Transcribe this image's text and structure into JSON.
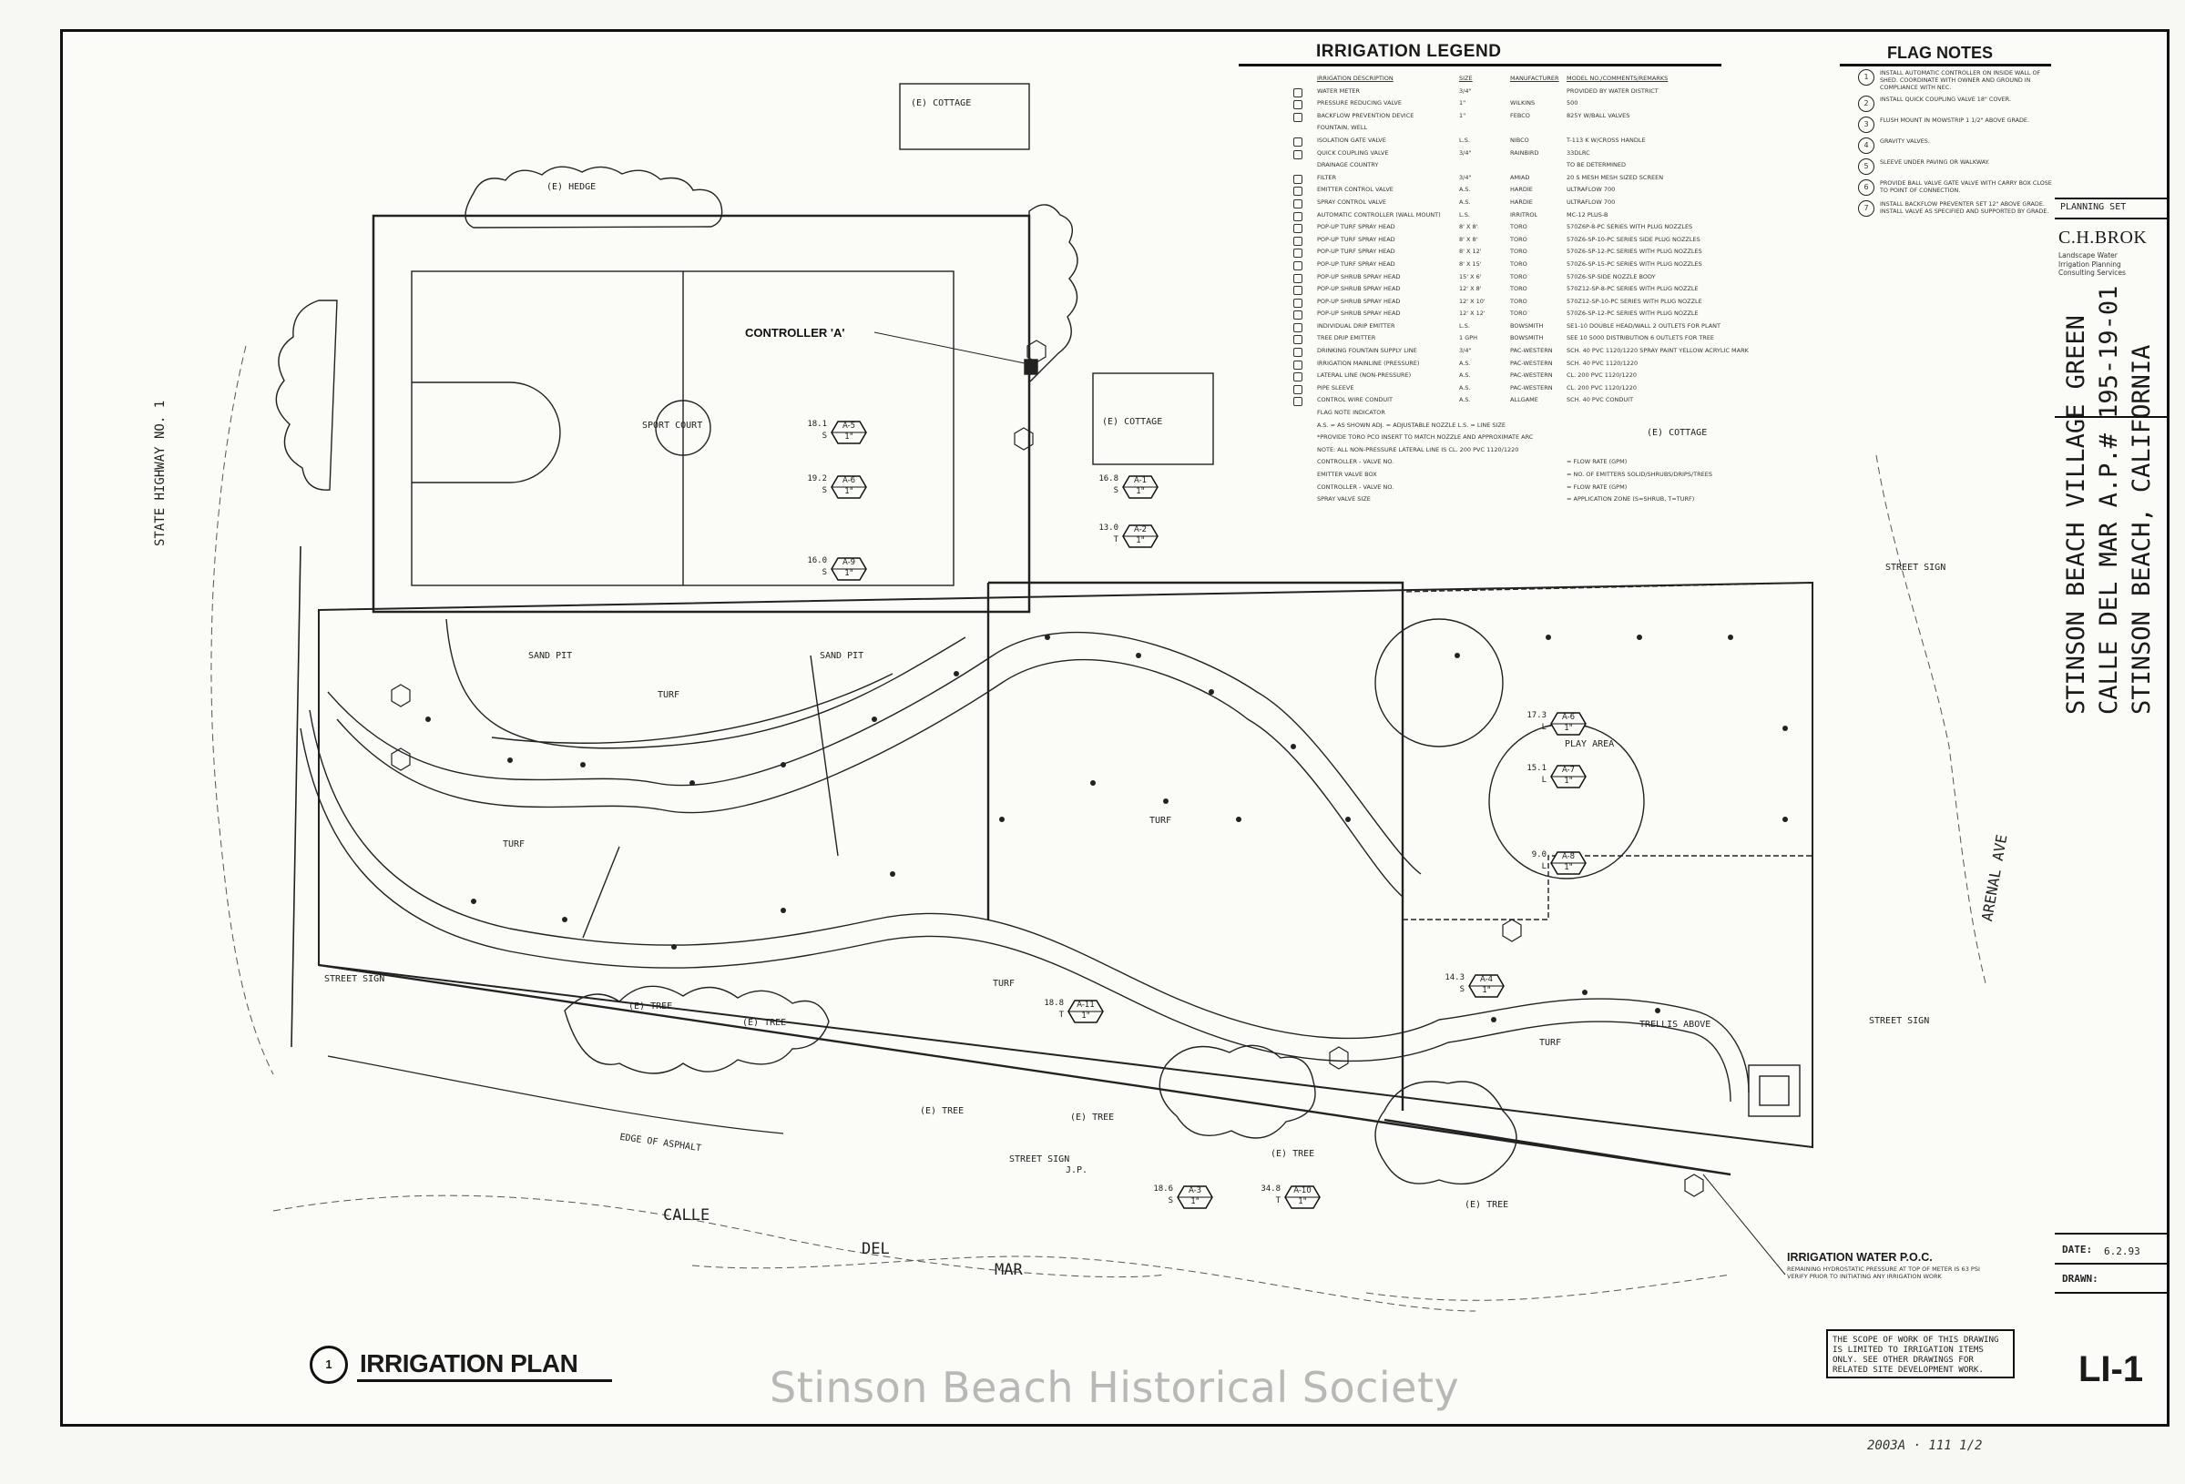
{
  "legend": {
    "title": "IRRIGATION LEGEND",
    "rows": [
      {
        "desc": "IRRIGATION DESCRIPTION",
        "size": "SIZE",
        "mfr": "MANUFACTURER",
        "model": "MODEL NO./COMMENTS/REMARKS"
      },
      {
        "desc": "WATER METER",
        "size": "3/4\"",
        "mfr": "",
        "model": "PROVIDED BY WATER DISTRICT"
      },
      {
        "desc": "PRESSURE REDUCING VALVE",
        "size": "1\"",
        "mfr": "WILKINS",
        "model": "500"
      },
      {
        "desc": "BACKFLOW PREVENTION DEVICE",
        "size": "1\"",
        "mfr": "FEBCO",
        "model": "825Y W/BALL VALVES"
      },
      {
        "desc": "FOUNTAIN, WELL",
        "size": "",
        "mfr": "",
        "model": ""
      },
      {
        "desc": "ISOLATION GATE VALVE",
        "size": "L.S.",
        "mfr": "NIBCO",
        "model": "T-113 K W/CROSS HANDLE"
      },
      {
        "desc": "QUICK COUPLING VALVE",
        "size": "3/4\"",
        "mfr": "RAINBIRD",
        "model": "33DLRC"
      },
      {
        "desc": "DRAINAGE COUNTRY",
        "size": "",
        "mfr": "",
        "model": "TO BE DETERMINED"
      },
      {
        "desc": "FILTER",
        "size": "3/4\"",
        "mfr": "AMIAD",
        "model": "20 S MESH MESH SIZED SCREEN"
      },
      {
        "desc": "EMITTER CONTROL VALVE",
        "size": "A.S.",
        "mfr": "HARDIE",
        "model": "ULTRAFLOW 700"
      },
      {
        "desc": "SPRAY CONTROL VALVE",
        "size": "A.S.",
        "mfr": "HARDIE",
        "model": "ULTRAFLOW 700"
      },
      {
        "desc": "AUTOMATIC CONTROLLER (WALL MOUNT)",
        "size": "L.S.",
        "mfr": "IRRITROL",
        "model": "MC-12 PLUS-B"
      },
      {
        "desc": "POP-UP TURF SPRAY HEAD",
        "size": "8' X 8'",
        "mfr": "TORO",
        "model": "570Z6P-8-PC SERIES WITH PLUG NOZZLES"
      },
      {
        "desc": "POP-UP TURF SPRAY HEAD",
        "size": "8' X 8'",
        "mfr": "TORO",
        "model": "570Z6-SP-10-PC SERIES SIDE PLUG NOZZLES"
      },
      {
        "desc": "POP-UP TURF SPRAY HEAD",
        "size": "8' X 12'",
        "mfr": "TORO",
        "model": "570Z6-SP-12-PC SERIES WITH PLUG NOZZLES"
      },
      {
        "desc": "POP-UP TURF SPRAY HEAD",
        "size": "8' X 15'",
        "mfr": "TORO",
        "model": "570Z6-SP-15-PC SERIES WITH PLUG NOZZLES"
      },
      {
        "desc": "POP-UP SHRUB SPRAY HEAD",
        "size": "15' X 6'",
        "mfr": "TORO",
        "model": "570Z6-SP-SIDE NOZZLE BODY"
      },
      {
        "desc": "POP-UP SHRUB SPRAY HEAD",
        "size": "12' X 8'",
        "mfr": "TORO",
        "model": "570Z12-SP-8-PC SERIES WITH PLUG NOZZLE"
      },
      {
        "desc": "POP-UP SHRUB SPRAY HEAD",
        "size": "12' X 10'",
        "mfr": "TORO",
        "model": "570Z12-SP-10-PC SERIES WITH PLUG NOZZLE"
      },
      {
        "desc": "POP-UP SHRUB SPRAY HEAD",
        "size": "12' X 12'",
        "mfr": "TORO",
        "model": "570Z6-SP-12-PC SERIES WITH PLUG NOZZLE"
      },
      {
        "desc": "INDIVIDUAL DRIP EMITTER",
        "size": "L.S.",
        "mfr": "BOWSMITH",
        "model": "SE1-10 DOUBLE HEAD/WALL 2 OUTLETS FOR PLANT"
      },
      {
        "desc": "TREE DRIP EMITTER",
        "size": "1 GPH",
        "mfr": "BOWSMITH",
        "model": "SEE 10 5000 DISTRIBUTION 6 OUTLETS FOR TREE"
      },
      {
        "desc": "DRINKING FOUNTAIN SUPPLY LINE",
        "size": "3/4\"",
        "mfr": "PAC-WESTERN",
        "model": "SCH. 40 PVC 1120/1220 SPRAY PAINT YELLOW ACRYLIC MARK"
      },
      {
        "desc": "IRRIGATION MAINLINE (PRESSURE)",
        "size": "A.S.",
        "mfr": "PAC-WESTERN",
        "model": "SCH. 40 PVC 1120/1220"
      },
      {
        "desc": "LATERAL LINE (NON-PRESSURE)",
        "size": "A.S.",
        "mfr": "PAC-WESTERN",
        "model": "CL. 200 PVC 1120/1220"
      },
      {
        "desc": "PIPE SLEEVE",
        "size": "A.S.",
        "mfr": "PAC-WESTERN",
        "model": "CL. 200 PVC 1120/1220"
      },
      {
        "desc": "CONTROL WIRE CONDUIT",
        "size": "A.S.",
        "mfr": "ALLGAME",
        "model": "SCH. 40 PVC CONDUIT"
      },
      {
        "desc": "FLAG NOTE INDICATOR",
        "size": "",
        "mfr": "",
        "model": ""
      },
      {
        "desc": "A.S. = AS SHOWN  ADJ. = ADJUSTABLE NOZZLE  L.S. = LINE SIZE",
        "size": "",
        "mfr": "",
        "model": ""
      },
      {
        "desc": "*PROVIDE TORO PCO INSERT TO MATCH NOZZLE AND APPROXIMATE ARC",
        "size": "",
        "mfr": "",
        "model": ""
      },
      {
        "desc": "NOTE: ALL NON-PRESSURE LATERAL LINE IS CL. 200 PVC 1120/1220",
        "size": "",
        "mfr": "",
        "model": ""
      },
      {
        "desc": "CONTROLLER - VALVE NO.",
        "size": "",
        "mfr": "",
        "model": "= FLOW RATE (GPM)"
      },
      {
        "desc": "EMITTER VALVE BOX",
        "size": "",
        "mfr": "",
        "model": "= NO. OF EMITTERS SOLID/SHRUBS/DRIPS/TREES"
      },
      {
        "desc": "CONTROLLER - VALVE NO.",
        "size": "",
        "mfr": "",
        "model": "= FLOW RATE (GPM)"
      },
      {
        "desc": "SPRAY VALVE SIZE",
        "size": "",
        "mfr": "",
        "model": "= APPLICATION ZONE (S=SHRUB, T=TURF)"
      }
    ]
  },
  "flag_notes": {
    "title": "FLAG NOTES",
    "items": [
      {
        "num": "1",
        "text": "INSTALL AUTOMATIC CONTROLLER ON INSIDE WALL OF SHED. COORDINATE WITH OWNER AND GROUND IN COMPLIANCE WITH NEC."
      },
      {
        "num": "2",
        "text": "INSTALL QUICK COUPLING VALVE 18\" COVER."
      },
      {
        "num": "3",
        "text": "FLUSH MOUNT IN MOWSTRIP 1 1/2\" ABOVE GRADE."
      },
      {
        "num": "4",
        "text": "GRAVITY VALVES."
      },
      {
        "num": "5",
        "text": "SLEEVE UNDER PAVING OR WALKWAY."
      },
      {
        "num": "6",
        "text": "PROVIDE BALL VALVE GATE VALVE WITH CARRY BOX CLOSE TO POINT OF CONNECTION."
      },
      {
        "num": "7",
        "text": "INSTALL BACKFLOW PREVENTER SET 12\" ABOVE GRADE. INSTALL VALVE AS SPECIFIED AND SUPPORTED BY GRADE."
      }
    ]
  },
  "plan_title": "IRRIGATION PLAN",
  "plan_number": "1",
  "sheet_number": "LI-1",
  "watermark": "Stinson Beach Historical Society",
  "scope_note": "THE SCOPE OF WORK OF THIS DRAWING IS LIMITED TO IRRIGATION ITEMS ONLY. SEE OTHER DRAWINGS FOR RELATED SITE DEVELOPMENT WORK.",
  "poc": {
    "label": "IRRIGATION WATER P.O.C.",
    "note": "REMAINING HYDROSTATIC PRESSURE AT TOP OF METER IS 63 PSI VERIFY PRIOR TO INITIATING ANY IRRIGATION WORK"
  },
  "controller_label": "CONTROLLER 'A'",
  "firm": {
    "name": "C.H.BROK",
    "lines": [
      "Landscape Water",
      "Irrigation Planning",
      "Consulting Services"
    ]
  },
  "title_block": {
    "project_line1": "STINSON BEACH VILLAGE GREEN",
    "project_line2": "CALLE DEL MAR  A.P.# 195-19-01",
    "project_line3": "STINSON BEACH, CALIFORNIA",
    "date_label": "DATE:",
    "date_value": "6.2.93",
    "drawn_label": "DRAWN:",
    "planning_set": "PLANNING SET",
    "stamp": "2003A · 111     1/2"
  },
  "site_labels": {
    "sport_court": "SPORT COURT",
    "turf": "TURF",
    "play_area": "PLAY AREA",
    "sand_pit": "SAND PIT",
    "trellis_above": "TRELLIS ABOVE",
    "state_highway": "STATE HIGHWAY NO. 1",
    "calle": "CALLE",
    "del": "DEL",
    "mar": "MAR",
    "arenal_ave": "ARENAL AVE",
    "existing_tree": "(E) TREE",
    "existing_hedge": "(E) HEDGE",
    "existing_cottage": "(E) COTTAGE",
    "street_sign": "STREET SIGN",
    "edge_of_asphalt": "EDGE OF ASPHALT",
    "jp": "J.P."
  },
  "valve_tags": [
    {
      "id": "A-5",
      "flow": "18.1",
      "size": "1\"",
      "zone": "S"
    },
    {
      "id": "A-6",
      "flow": "19.2",
      "size": "1\"",
      "zone": "S"
    },
    {
      "id": "A-9",
      "flow": "16.0",
      "size": "1\"",
      "zone": "S"
    },
    {
      "id": "A-1",
      "flow": "16.8",
      "size": "1\"",
      "zone": "S"
    },
    {
      "id": "A-2",
      "flow": "13.0",
      "size": "1\"",
      "zone": "T"
    },
    {
      "id": "A-6",
      "flow": "17.3",
      "size": "1\"",
      "zone": "L"
    },
    {
      "id": "A-7",
      "flow": "15.1",
      "size": "1\"",
      "zone": "L"
    },
    {
      "id": "A-8",
      "flow": "9.0",
      "size": "1\"",
      "zone": "L"
    },
    {
      "id": "A-11",
      "flow": "18.8",
      "size": "1\"",
      "zone": "T"
    },
    {
      "id": "A-4",
      "flow": "14.3",
      "size": "1\"",
      "zone": "S"
    },
    {
      "id": "A-3",
      "flow": "18.6",
      "size": "1\"",
      "zone": "S"
    },
    {
      "id": "A-10",
      "flow": "34.8",
      "size": "1\"",
      "zone": "T"
    }
  ],
  "colors": {
    "ink": "#111111",
    "paper": "#fbfbf8",
    "watermark": "#828282"
  }
}
